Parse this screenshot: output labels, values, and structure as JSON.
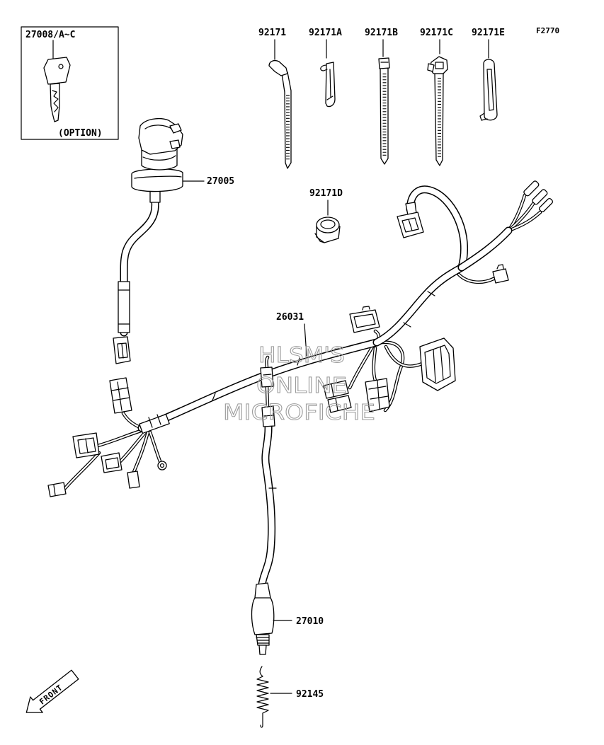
{
  "figure_code": "F2770",
  "option_box": {
    "part_number": "27008/A~C",
    "note": "(OPTION)"
  },
  "labels": {
    "strap_1": "92171",
    "clip_a": "92171A",
    "strap_b": "92171B",
    "strap_c": "92171C",
    "clip_e": "92171E",
    "clip_d": "92171D",
    "switch_assy": "27005",
    "harness": "26031",
    "sensor": "27010",
    "spring": "92145"
  },
  "watermark": {
    "line1": "HLSM'S",
    "line2": "ONLINE",
    "line3": "MICROFICHE"
  },
  "front_indicator": "FRONT"
}
